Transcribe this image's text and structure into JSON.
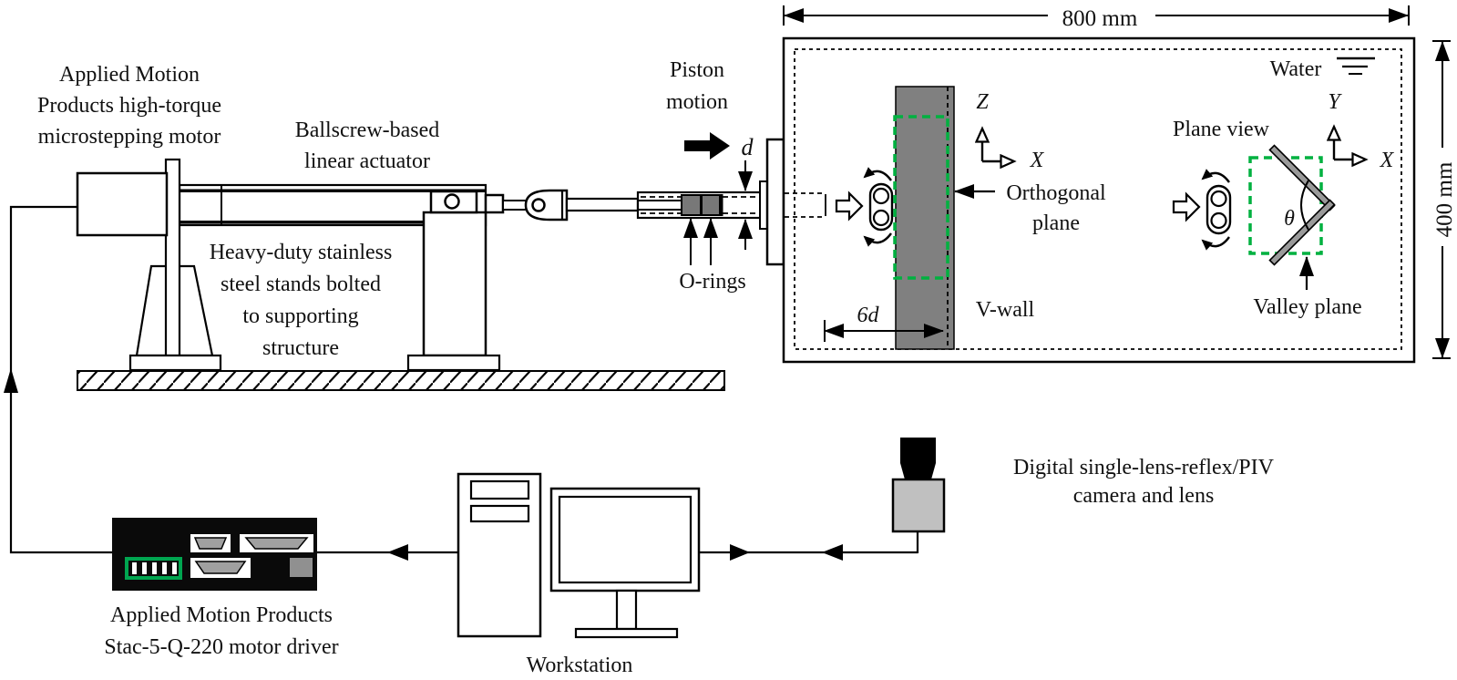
{
  "figure_labels": {
    "motor": [
      "Applied Motion",
      "Products high-torque",
      "microstepping motor"
    ],
    "actuator": [
      "Ballscrew-based",
      "linear actuator"
    ],
    "stands": [
      "Heavy-duty stainless",
      "steel stands bolted",
      "to supporting",
      "structure"
    ],
    "piston_motion": [
      "Piston",
      "motion"
    ],
    "piston_diameter": "d",
    "orings": "O-rings",
    "motor_driver": [
      "Applied Motion Products",
      "Stac-5-Q-220 motor driver"
    ],
    "workstation": "Workstation",
    "camera": [
      "Digital single-lens-reflex/PIV",
      "camera and lens"
    ]
  },
  "tank_labels": {
    "width_dimension": "800 mm",
    "height_dimension": "400 mm",
    "water": "Water",
    "side_view_vertical_axis": "Z",
    "side_view_horizontal_axis": "X",
    "plan_view_vertical_axis": "Y",
    "plan_view_horizontal_axis": "X",
    "orthogonal_plane": [
      "Orthogonal",
      "plane"
    ],
    "v_wall": "V-wall",
    "nozzle_distance": "6d",
    "plane_view": "Plane view",
    "v_angle": "θ",
    "valley_plane": "Valley plane"
  },
  "colors": {
    "laser_plane_green": "#00b140",
    "dip_switch_green": "#00a550",
    "v_wall_gray": "#808080",
    "camera_body_gray": "#c0c0c0",
    "line_black": "#000000"
  }
}
